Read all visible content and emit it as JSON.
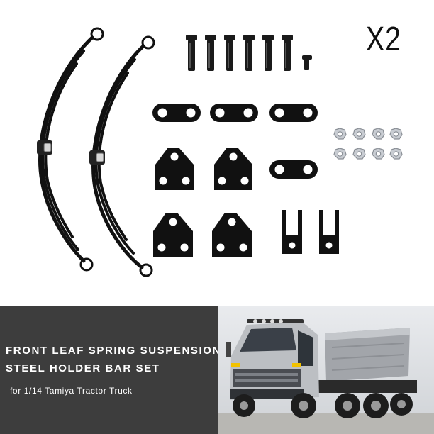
{
  "product_image": {
    "quantity_label": "X2"
  },
  "banner": {
    "title_line1": "FRONT LEAF SPRING SUSPENSION",
    "title_line2": "STEEL HOLDER BAR SET",
    "subtitle": "for 1/14 Tamiya Tractor Truck"
  },
  "colors": {
    "banner_background": "#3d3d3d",
    "banner_text": "#ffffff",
    "parts_metal": "#111111",
    "nut_silver": "#c8ccd2",
    "truck_cab": "#b9bcc0",
    "truck_dump_bed": "#9a9da2",
    "truck_accent": "#f2c200"
  }
}
